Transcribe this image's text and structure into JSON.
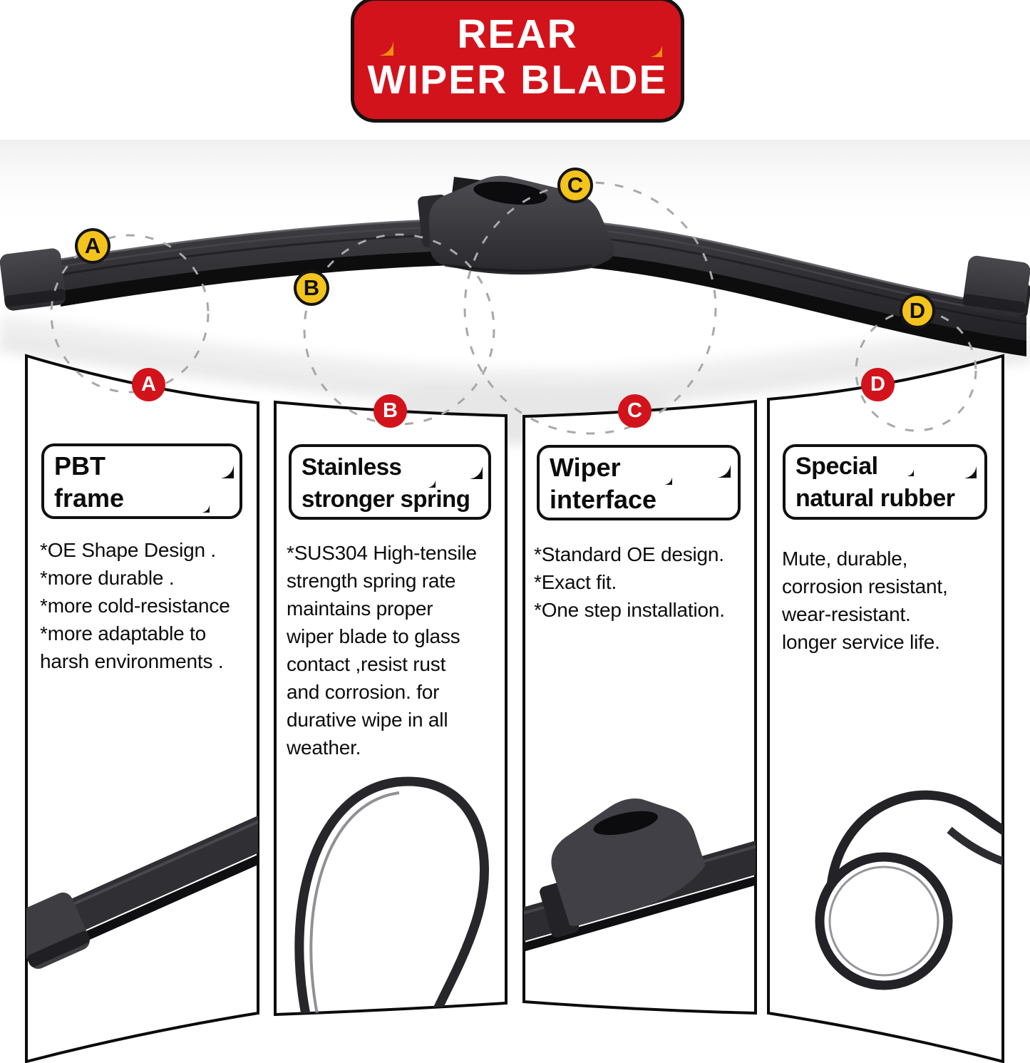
{
  "banner": {
    "title_line1": "REAR",
    "title_line2": "WIPER BLADE"
  },
  "colors": {
    "banner_red": "#d2131b",
    "circle_red": "#d2131b",
    "callout_yellow": "#f4c31c",
    "sparkle_orange": "#ef8f12",
    "text_black": "#0c0c0c"
  },
  "blade_callouts": [
    {
      "label": "A"
    },
    {
      "label": "B"
    },
    {
      "label": "C"
    },
    {
      "label": "D"
    }
  ],
  "panels": [
    {
      "letter": "A",
      "title": "PBT\nframe",
      "body": "*OE Shape Design .\n*more durable .\n*more cold-resistance\n*more adaptable to\nharsh environments .",
      "photo_icon": "blade-end-frame-photo"
    },
    {
      "letter": "B",
      "title": "Stainless\nstronger spring",
      "body": "*SUS304 High-tensile\nstrength spring rate\nmaintains proper\nwiper blade to glass\ncontact ,resist rust\nand corrosion. for\ndurative wipe in all\nweather.",
      "photo_icon": "steel-spring-loop-photo"
    },
    {
      "letter": "C",
      "title": "Wiper\ninterface",
      "body": "*Standard OE design.\n*Exact fit.\n*One step installation.",
      "photo_icon": "wiper-interface-mount-photo"
    },
    {
      "letter": "D",
      "title": "Special\nnatural rubber",
      "body": "Mute, durable,\ncorrosion resistant,\nwear-resistant.\nlonger service life.",
      "photo_icon": "rubber-strip-coil-photo"
    }
  ]
}
